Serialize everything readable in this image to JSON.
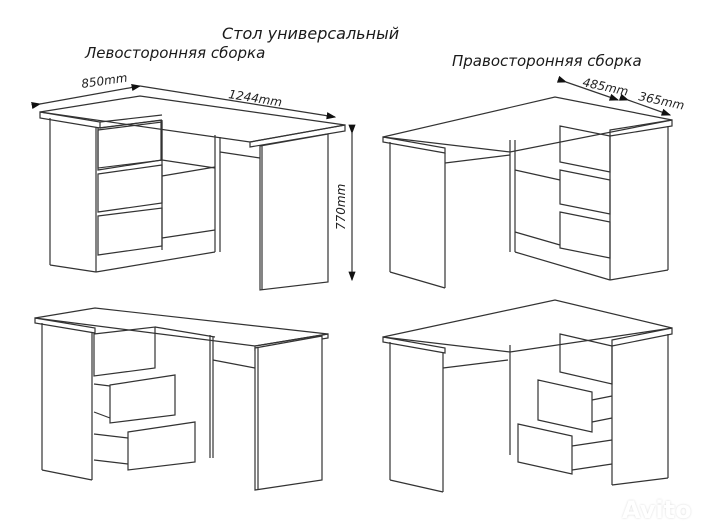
{
  "title": "Стол универсальный",
  "views": {
    "left": {
      "label": "Левосторонняя сборка",
      "dimensions": {
        "depth": "850mm",
        "width": "1244mm",
        "height": "770mm"
      }
    },
    "right": {
      "label": "Правосторонняя сборка",
      "dimensions": {
        "depth": "485mm",
        "side": "365mm"
      }
    }
  },
  "watermark": "Avito",
  "colors": {
    "line": "#333333",
    "background": "#ffffff"
  }
}
